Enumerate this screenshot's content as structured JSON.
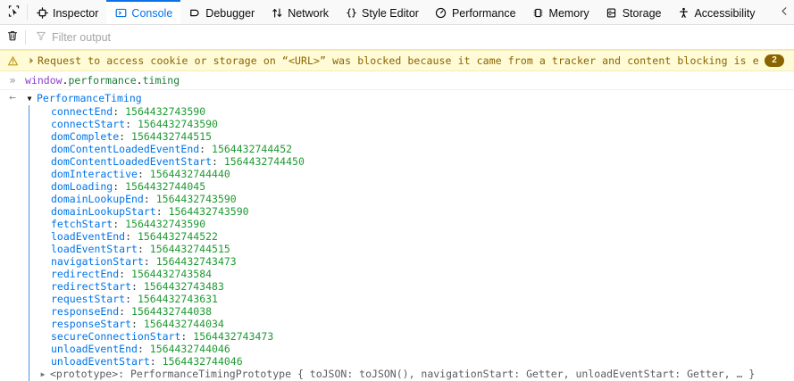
{
  "toolbox": {
    "picker_icon": "element-picker-icon",
    "tabs": [
      {
        "label": "Inspector",
        "icon": "inspector-icon",
        "active": false
      },
      {
        "label": "Console",
        "icon": "console-icon",
        "active": true
      },
      {
        "label": "Debugger",
        "icon": "debugger-icon",
        "active": false
      },
      {
        "label": "Network",
        "icon": "network-icon",
        "active": false
      },
      {
        "label": "Style Editor",
        "icon": "style-editor-icon",
        "active": false
      },
      {
        "label": "Performance",
        "icon": "performance-icon",
        "active": false
      },
      {
        "label": "Memory",
        "icon": "memory-icon",
        "active": false
      },
      {
        "label": "Storage",
        "icon": "storage-icon",
        "active": false
      },
      {
        "label": "Accessibility",
        "icon": "accessibility-icon",
        "active": false
      }
    ],
    "overflow_icon": "chevron-left-icon",
    "accent_color": "#0a73e8"
  },
  "console_toolbar": {
    "clear_icon": "trash-icon",
    "filter_icon": "filter-icon",
    "filter_placeholder": "Filter output",
    "filter_value": ""
  },
  "messages": {
    "warning": {
      "icon": "warning-triangle-icon",
      "twisty": "triangle-right-icon",
      "text": "Request to access cookie or storage on “<URL>” was blocked because it came from a tracker and content blocking is enabled.",
      "repeat_badge": "2",
      "badge_color": "#8a6400",
      "background_color": "#fffbd6"
    },
    "input": {
      "marker": "»",
      "expression_object": "window",
      "dot1": ".",
      "expression_prop1": "performance",
      "dot2": ".",
      "expression_prop2": "timing"
    },
    "result": {
      "marker": "←",
      "twisty": "triangle-down-icon",
      "object_name": "PerformanceTiming",
      "properties": [
        {
          "key": "connectEnd",
          "value": "1564432743590"
        },
        {
          "key": "connectStart",
          "value": "1564432743590"
        },
        {
          "key": "domComplete",
          "value": "1564432744515"
        },
        {
          "key": "domContentLoadedEventEnd",
          "value": "1564432744452"
        },
        {
          "key": "domContentLoadedEventStart",
          "value": "1564432744450"
        },
        {
          "key": "domInteractive",
          "value": "1564432744440"
        },
        {
          "key": "domLoading",
          "value": "1564432744045"
        },
        {
          "key": "domainLookupEnd",
          "value": "1564432743590"
        },
        {
          "key": "domainLookupStart",
          "value": "1564432743590"
        },
        {
          "key": "fetchStart",
          "value": "1564432743590"
        },
        {
          "key": "loadEventEnd",
          "value": "1564432744522"
        },
        {
          "key": "loadEventStart",
          "value": "1564432744515"
        },
        {
          "key": "navigationStart",
          "value": "1564432743473"
        },
        {
          "key": "redirectEnd",
          "value": "1564432743584"
        },
        {
          "key": "redirectStart",
          "value": "1564432743483"
        },
        {
          "key": "requestStart",
          "value": "1564432743631"
        },
        {
          "key": "responseEnd",
          "value": "1564432744038"
        },
        {
          "key": "responseStart",
          "value": "1564432744034"
        },
        {
          "key": "secureConnectionStart",
          "value": "1564432743473"
        },
        {
          "key": "unloadEventEnd",
          "value": "1564432744046"
        },
        {
          "key": "unloadEventStart",
          "value": "1564432744046"
        }
      ],
      "prototype": {
        "twisty": "triangle-right-icon",
        "text": "<prototype>: PerformanceTimingPrototype { toJSON: toJSON(), navigationStart: Getter, unloadEventStart: Getter, … }"
      }
    }
  }
}
